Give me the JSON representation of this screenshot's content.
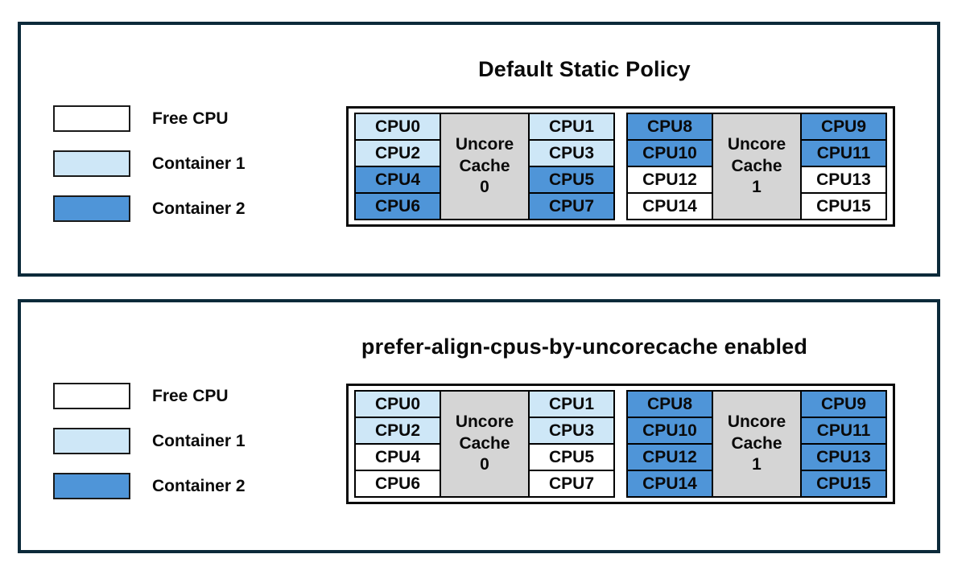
{
  "colors": {
    "free_cpu": "#ffffff",
    "container1": "#cee7f7",
    "container2": "#4f95d8",
    "uncore_cache": "#d5d5d5",
    "panel_border": "#0c2a3a",
    "cell_border": "#000000"
  },
  "panels": [
    {
      "title": "Default Static Policy",
      "legend": [
        {
          "label": "Free CPU",
          "state": "free"
        },
        {
          "label": "Container 1",
          "state": "container1"
        },
        {
          "label": "Container 2",
          "state": "container2"
        }
      ],
      "groups": [
        {
          "cache_lines": [
            "Uncore",
            "Cache",
            "0"
          ],
          "left_cpus": [
            {
              "label": "CPU0",
              "state": "container1"
            },
            {
              "label": "CPU2",
              "state": "container1"
            },
            {
              "label": "CPU4",
              "state": "container2"
            },
            {
              "label": "CPU6",
              "state": "container2"
            }
          ],
          "right_cpus": [
            {
              "label": "CPU1",
              "state": "container1"
            },
            {
              "label": "CPU3",
              "state": "container1"
            },
            {
              "label": "CPU5",
              "state": "container2"
            },
            {
              "label": "CPU7",
              "state": "container2"
            }
          ]
        },
        {
          "cache_lines": [
            "Uncore",
            "Cache",
            "1"
          ],
          "left_cpus": [
            {
              "label": "CPU8",
              "state": "container2"
            },
            {
              "label": "CPU10",
              "state": "container2"
            },
            {
              "label": "CPU12",
              "state": "free"
            },
            {
              "label": "CPU14",
              "state": "free"
            }
          ],
          "right_cpus": [
            {
              "label": "CPU9",
              "state": "container2"
            },
            {
              "label": "CPU11",
              "state": "container2"
            },
            {
              "label": "CPU13",
              "state": "free"
            },
            {
              "label": "CPU15",
              "state": "free"
            }
          ]
        }
      ]
    },
    {
      "title": "prefer-align-cpus-by-uncorecache enabled",
      "legend": [
        {
          "label": "Free CPU",
          "state": "free"
        },
        {
          "label": "Container 1",
          "state": "container1"
        },
        {
          "label": "Container 2",
          "state": "container2"
        }
      ],
      "groups": [
        {
          "cache_lines": [
            "Uncore",
            "Cache",
            "0"
          ],
          "left_cpus": [
            {
              "label": "CPU0",
              "state": "container1"
            },
            {
              "label": "CPU2",
              "state": "container1"
            },
            {
              "label": "CPU4",
              "state": "free"
            },
            {
              "label": "CPU6",
              "state": "free"
            }
          ],
          "right_cpus": [
            {
              "label": "CPU1",
              "state": "container1"
            },
            {
              "label": "CPU3",
              "state": "container1"
            },
            {
              "label": "CPU5",
              "state": "free"
            },
            {
              "label": "CPU7",
              "state": "free"
            }
          ]
        },
        {
          "cache_lines": [
            "Uncore",
            "Cache",
            "1"
          ],
          "left_cpus": [
            {
              "label": "CPU8",
              "state": "container2"
            },
            {
              "label": "CPU10",
              "state": "container2"
            },
            {
              "label": "CPU12",
              "state": "container2"
            },
            {
              "label": "CPU14",
              "state": "container2"
            }
          ],
          "right_cpus": [
            {
              "label": "CPU9",
              "state": "container2"
            },
            {
              "label": "CPU11",
              "state": "container2"
            },
            {
              "label": "CPU13",
              "state": "container2"
            },
            {
              "label": "CPU15",
              "state": "container2"
            }
          ]
        }
      ]
    }
  ]
}
